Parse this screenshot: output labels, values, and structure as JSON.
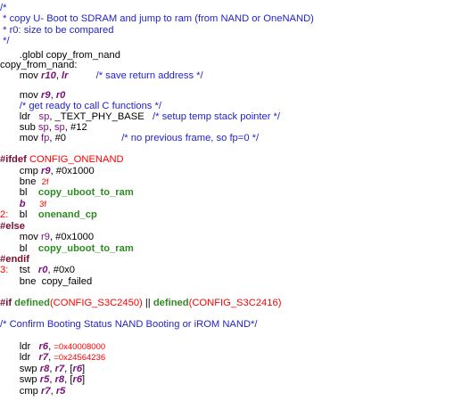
{
  "code": {
    "comment_open": "/*",
    "comment_line1": " * copy U- Boot to SDRAM and jump to ram (from NAND or OneNAND)",
    "comment_line2": " * r0: size to be compared",
    "comment_close": " */",
    "globl_directive": "       .globl copy_from_nand",
    "label_copy_from_nand": "copy_from_nand:",
    "l_mov1_op": "       mov ",
    "l_mov1_r1": "r10",
    "l_mov1_sep": ", ",
    "l_mov1_r2": "lr",
    "l_mov1_comment": "          /* save return address */",
    "l_mov2_op": "       mov ",
    "l_mov2_r1": "r9",
    "l_mov2_sep": ", ",
    "l_mov2_r2": "r0",
    "l_comment_calls": "       /* get ready to call C functions */",
    "l_ldr_op": "       ldr   ",
    "l_ldr_reg": "sp",
    "l_ldr_rest": ", _TEXT_PHY_BASE   ",
    "l_ldr_comment": "/* setup temp stack pointer */",
    "l_sub_op": "       sub ",
    "l_sub_r1": "sp",
    "l_sub_sep": ", ",
    "l_sub_r2": "sp",
    "l_sub_rest": ", #12",
    "l_movfp_op": "       mov ",
    "l_movfp_reg": "fp",
    "l_movfp_rest": ", #0",
    "l_movfp_comment": "                    /* no previous frame, so fp=0 */",
    "ifdef_kw": "#ifdef",
    "ifdef_name": " CONFIG_ONENAND",
    "cmp1_op": "       cmp ",
    "cmp1_reg": "r9",
    "cmp1_rest": ", #0x1000",
    "bne1_op": "       bne  ",
    "bne1_target": "2f",
    "bl1_op": "       bl    ",
    "bl1_fn": "copy_uboot_to_ram",
    "b1_op": "       ",
    "b1_kw": "b",
    "b1_target": "3f",
    "label2": "2:",
    "bl2_op": "    bl    ",
    "bl2_fn": "onenand_cp",
    "else_kw": "#else",
    "mov3_op": "       mov ",
    "mov3_reg": "r9",
    "mov3_rest": ", #0x1000",
    "bl3_op": "       bl    ",
    "bl3_fn": "copy_uboot_to_ram",
    "endif_kw": "#endif",
    "label3": "3:",
    "tst_op": "    tst   ",
    "tst_reg": "r0",
    "tst_rest": ", #0x0",
    "bne2_line": "       bne  copy_failed",
    "if_kw": "#if",
    "if_defined1": " defined",
    "if_arg1": "(CONFIG_S3C2450)",
    "if_or": " || ",
    "if_defined2": "defined",
    "if_arg2": "(CONFIG_S3C2416)",
    "confirm_comment": "/* Confirm Booting Status NAND Booting or iROM NAND*/",
    "ldr1_op": "       ldr   ",
    "ldr1_reg": "r6",
    "ldr1_sep": ", ",
    "ldr1_val": "=0x40008000",
    "ldr2_op": "       ldr   ",
    "ldr2_reg": "r7",
    "ldr2_sep": ", ",
    "ldr2_val": "=0x24564236",
    "swp1_op": "       swp ",
    "swp1_r1": "r8",
    "swp1_s1": ", ",
    "swp1_r2": "r7",
    "swp1_s2": ", [",
    "swp1_r3": "r6",
    "swp1_s3": "]",
    "swp2_op": "       swp ",
    "swp2_r1": "r5",
    "swp2_s1": ", ",
    "swp2_r2": "r8",
    "swp2_s2": ", [",
    "swp2_r3": "r6",
    "swp2_s3": "]",
    "cmp2_op": "       cmp ",
    "cmp2_r1": "r7",
    "cmp2_sep": ", ",
    "cmp2_r2": "r5"
  }
}
